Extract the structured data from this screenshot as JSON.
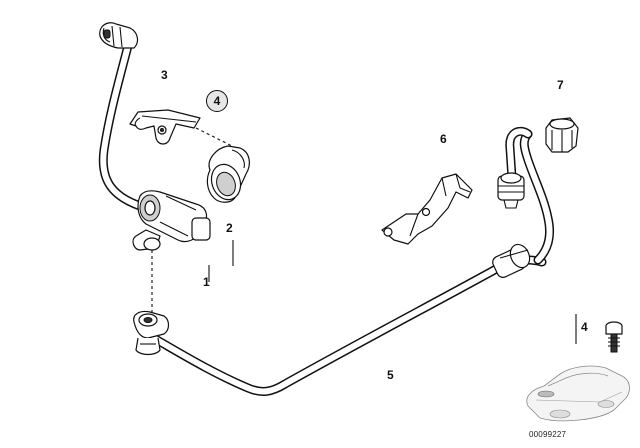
{
  "callouts": {
    "c1": "1",
    "c2": "2",
    "c3": "3",
    "c4_circled": "4",
    "c4": "4",
    "c5": "5",
    "c6": "6",
    "c7": "7"
  },
  "reference_number": "00099227"
}
